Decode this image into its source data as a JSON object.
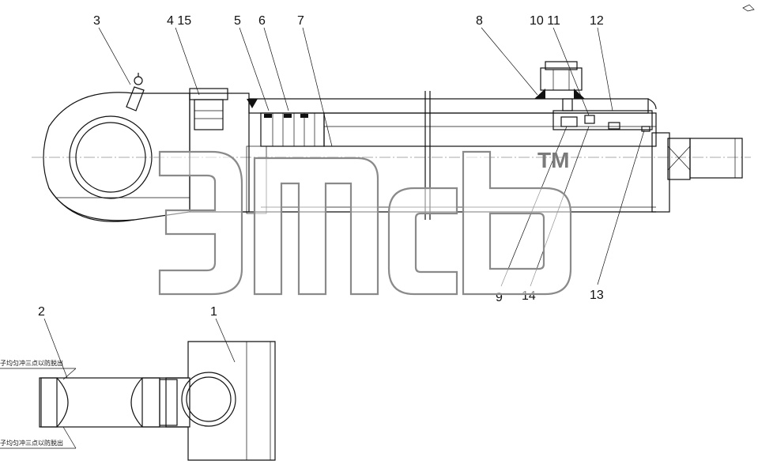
{
  "callouts": {
    "c3": "3",
    "c4_15": "4 15",
    "c5": "5",
    "c6": "6",
    "c7": "7",
    "c8": "8",
    "c10_11": "10 11",
    "c12": "12",
    "c9": "9",
    "c14": "14",
    "c13": "13",
    "c2": "2",
    "c1": "1"
  },
  "notes": {
    "top": "子均匀冲三点以防脱出",
    "bottom": "子均匀冲三点以防脱出"
  },
  "watermark": {
    "logo_icon": "emtsb-logo",
    "trademark": "TM"
  },
  "colors": {
    "line": "#111111",
    "watermark_outline": "#8a8a8a"
  }
}
